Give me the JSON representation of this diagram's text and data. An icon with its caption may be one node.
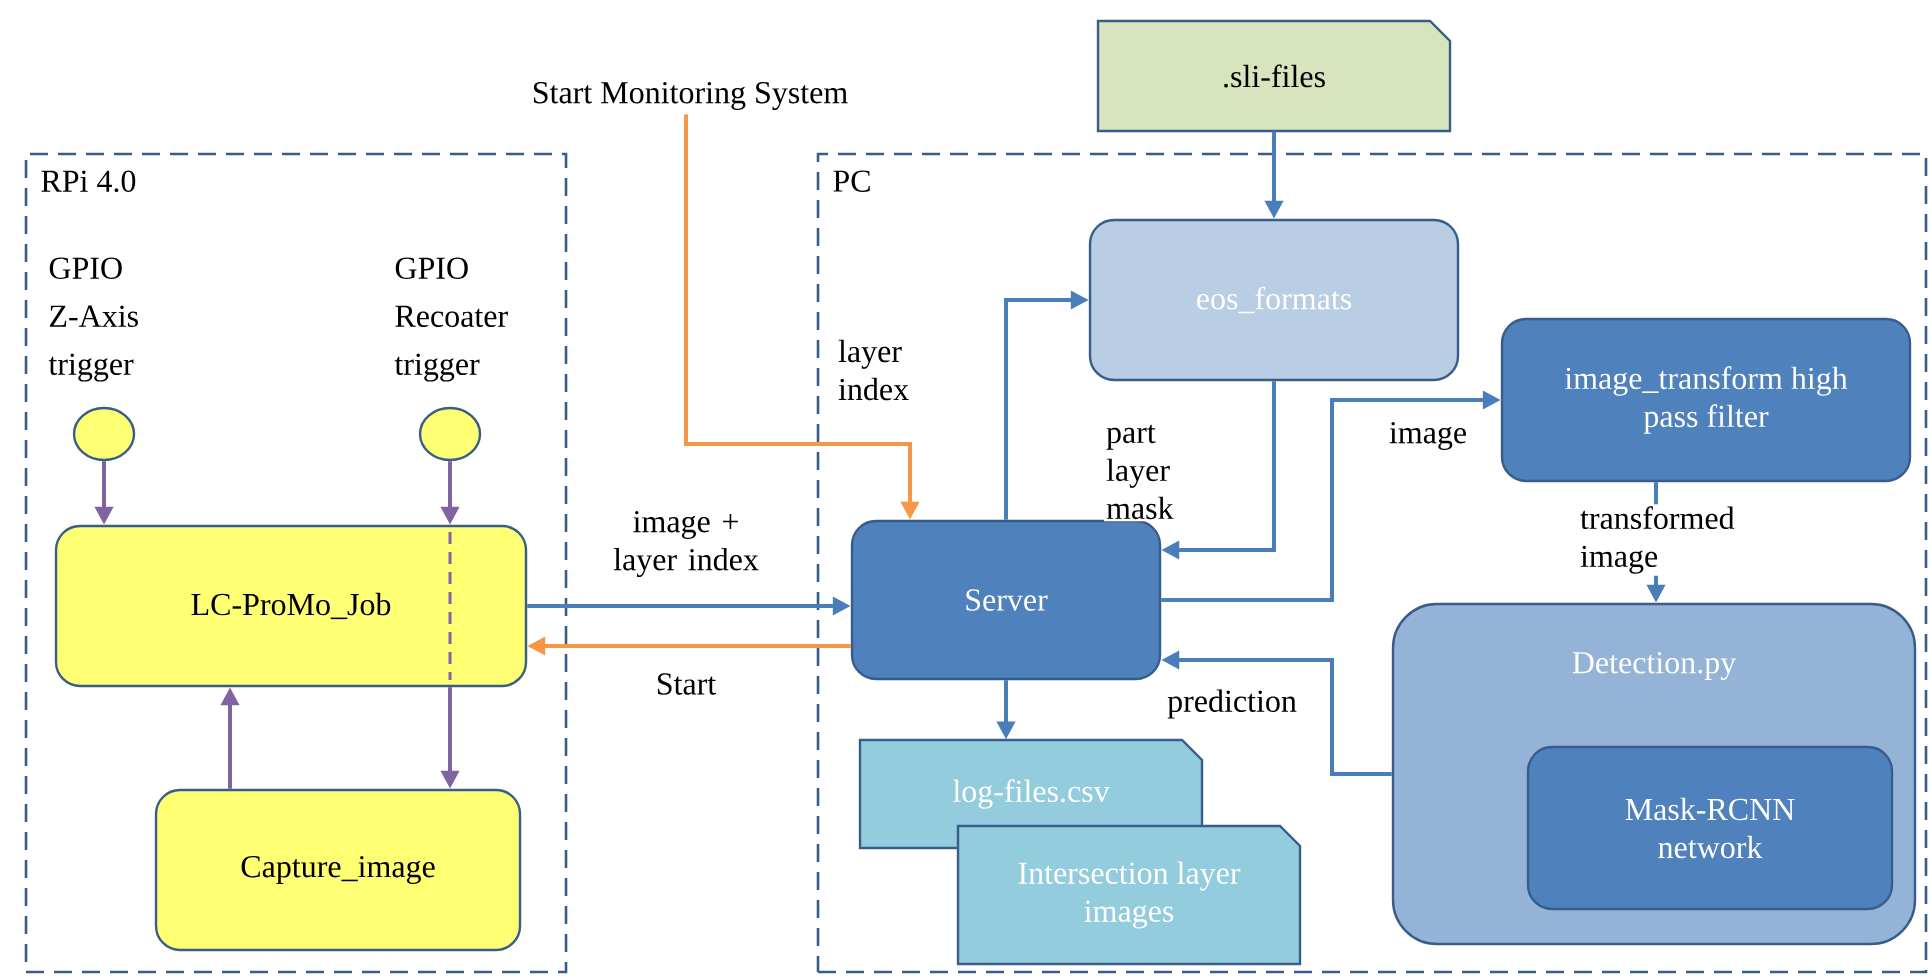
{
  "diagram": {
    "nodes": [
      {
        "text": [
          "RPi 4.0"
        ]
      },
      {
        "text": [
          "PC"
        ]
      },
      {
        "text": [
          "GPIO Z-Axis trigger"
        ],
        "in": 0
      },
      {
        "text": [
          "GPIO Recoater trigger"
        ],
        "in": 0
      },
      {
        "text": [
          "LC-ProMo_Job"
        ],
        "in": 0
      },
      {
        "text": [
          "Capture_image"
        ],
        "in": 0
      },
      {
        "text": [
          "Start Monitoring System"
        ]
      },
      {
        "text": [
          ".sli-files"
        ]
      },
      {
        "text": [
          "eos_formats"
        ],
        "in": 1
      },
      {
        "text": [
          "Server"
        ],
        "in": 1
      },
      {
        "text": [
          "image_transform high pass filter"
        ],
        "in": 1
      },
      {
        "text": [
          "Detection.py"
        ],
        "in": 1
      },
      {
        "text": [
          "Mask-RCNN network"
        ],
        "in": 11
      },
      {
        "text": [
          "log-files.csv"
        ],
        "in": 1
      },
      {
        "text": [
          "Intersection layer images"
        ],
        "in": 1
      }
    ],
    "edges": [
      {
        "from": 2,
        "to": 4,
        "arrow": "to",
        "color": "#8064a2"
      },
      {
        "from": 3,
        "to": 4,
        "arrow": "to",
        "color": "#8064a2"
      },
      {
        "from": 4,
        "to": 5,
        "arrow": "to",
        "color": "#8064a2"
      },
      {
        "from": 5,
        "to": 4,
        "arrow": "to",
        "color": "#8064a2"
      },
      {
        "from": 4,
        "to": 9,
        "arrow": "to",
        "label": "image + layer index"
      },
      {
        "from": 9,
        "to": 4,
        "arrow": "to",
        "label": "Start",
        "color": "#f79646"
      },
      {
        "from": 6,
        "to": 9,
        "arrow": "to",
        "color": "#f79646"
      },
      {
        "from": 7,
        "to": 8,
        "arrow": "to"
      },
      {
        "from": 9,
        "to": 8,
        "arrow": "to",
        "label": "layer index"
      },
      {
        "from": 8,
        "to": 9,
        "arrow": "to",
        "label": "part layer mask"
      },
      {
        "from": 9,
        "to": 10,
        "arrow": "to",
        "label": "image"
      },
      {
        "from": 10,
        "to": 11,
        "arrow": "to",
        "label": "transformed image"
      },
      {
        "from": 11,
        "to": 9,
        "arrow": "to",
        "label": "prediction"
      },
      {
        "from": 9,
        "to": 13,
        "arrow": "to"
      }
    ]
  }
}
